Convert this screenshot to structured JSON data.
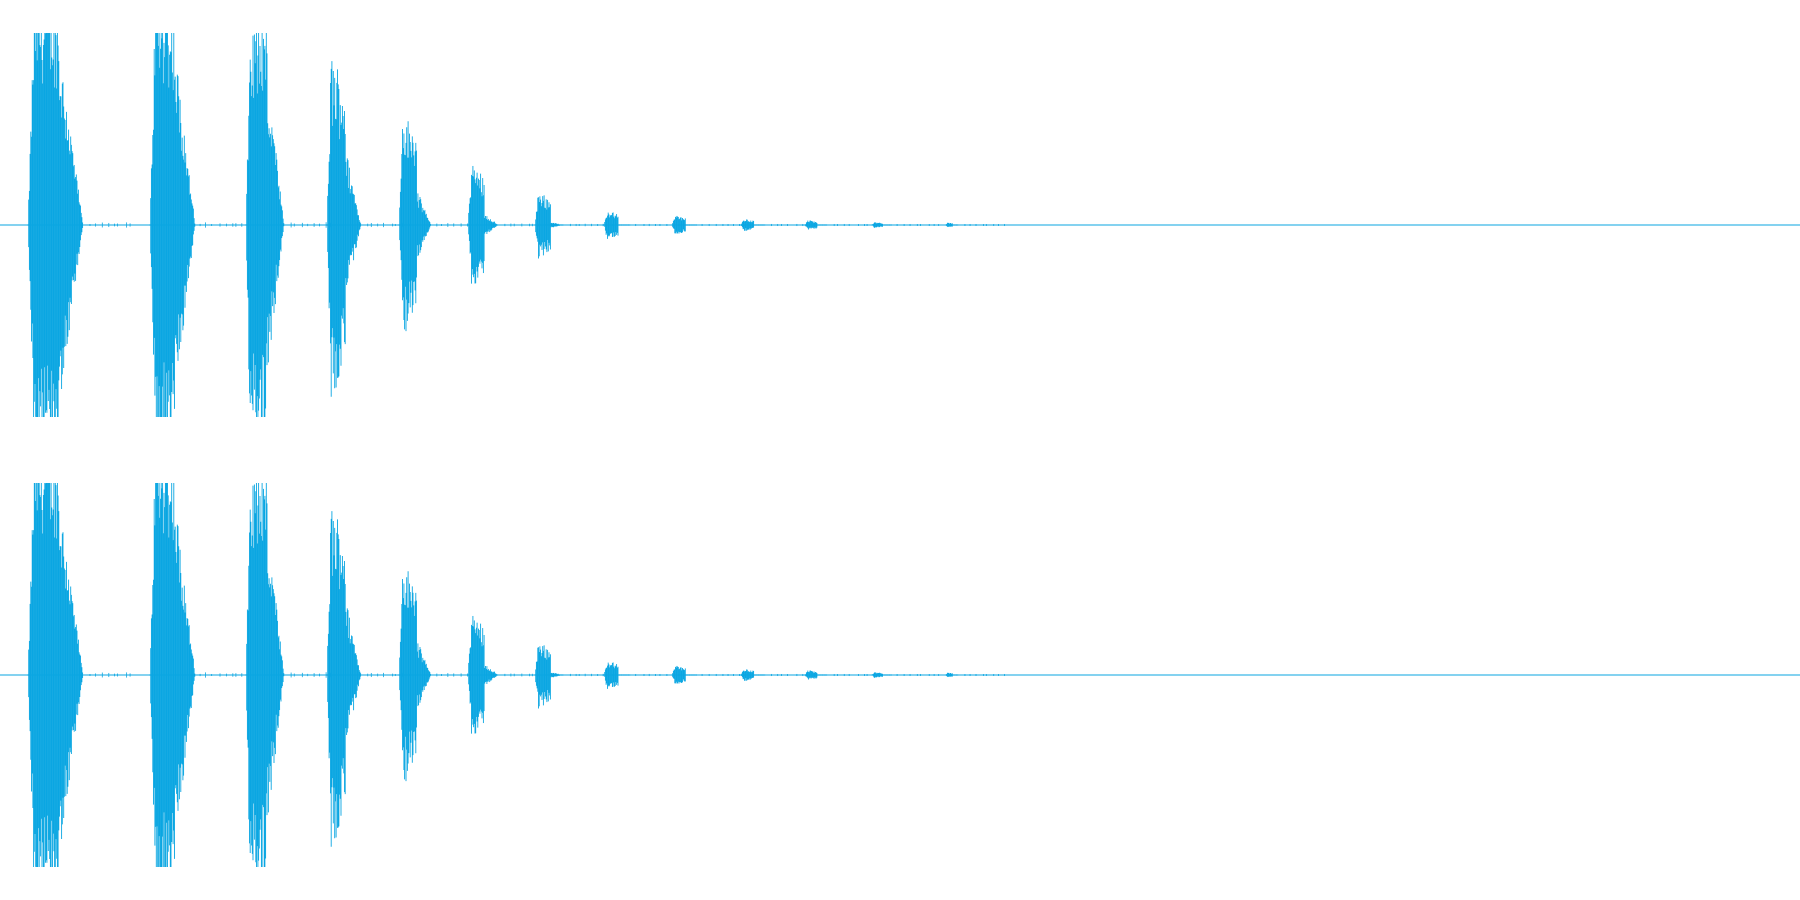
{
  "waveform": {
    "color": "#0aa6e2",
    "channels": [
      {
        "name": ""
      },
      {
        "name": ""
      }
    ],
    "bursts": [
      {
        "peak": 1.0,
        "sustain": 0.8,
        "jitter": 0.25
      },
      {
        "peak": 0.98,
        "sustain": 0.78,
        "jitter": 0.25
      },
      {
        "peak": 0.96,
        "sustain": 0.66,
        "jitter": 0.3
      },
      {
        "peak": 0.7,
        "sustain": 0.45,
        "jitter": 0.3
      },
      {
        "peak": 0.46,
        "sustain": 0.32,
        "jitter": 0.3
      },
      {
        "peak": 0.26,
        "sustain": 0.18,
        "jitter": 0.3
      },
      {
        "peak": 0.14,
        "sustain": 0.09,
        "jitter": 0.3
      },
      {
        "peak": 0.06,
        "sustain": 0.04,
        "jitter": 0.3
      },
      {
        "peak": 0.04,
        "sustain": 0.03,
        "jitter": 0.3
      },
      {
        "peak": 0.025,
        "sustain": 0.02,
        "jitter": 0.3
      },
      {
        "peak": 0.02,
        "sustain": 0.015,
        "jitter": 0.3
      },
      {
        "peak": 0.012,
        "sustain": 0.01,
        "jitter": 0.3
      },
      {
        "peak": 0.01,
        "sustain": 0.008,
        "jitter": 0.3
      }
    ]
  }
}
